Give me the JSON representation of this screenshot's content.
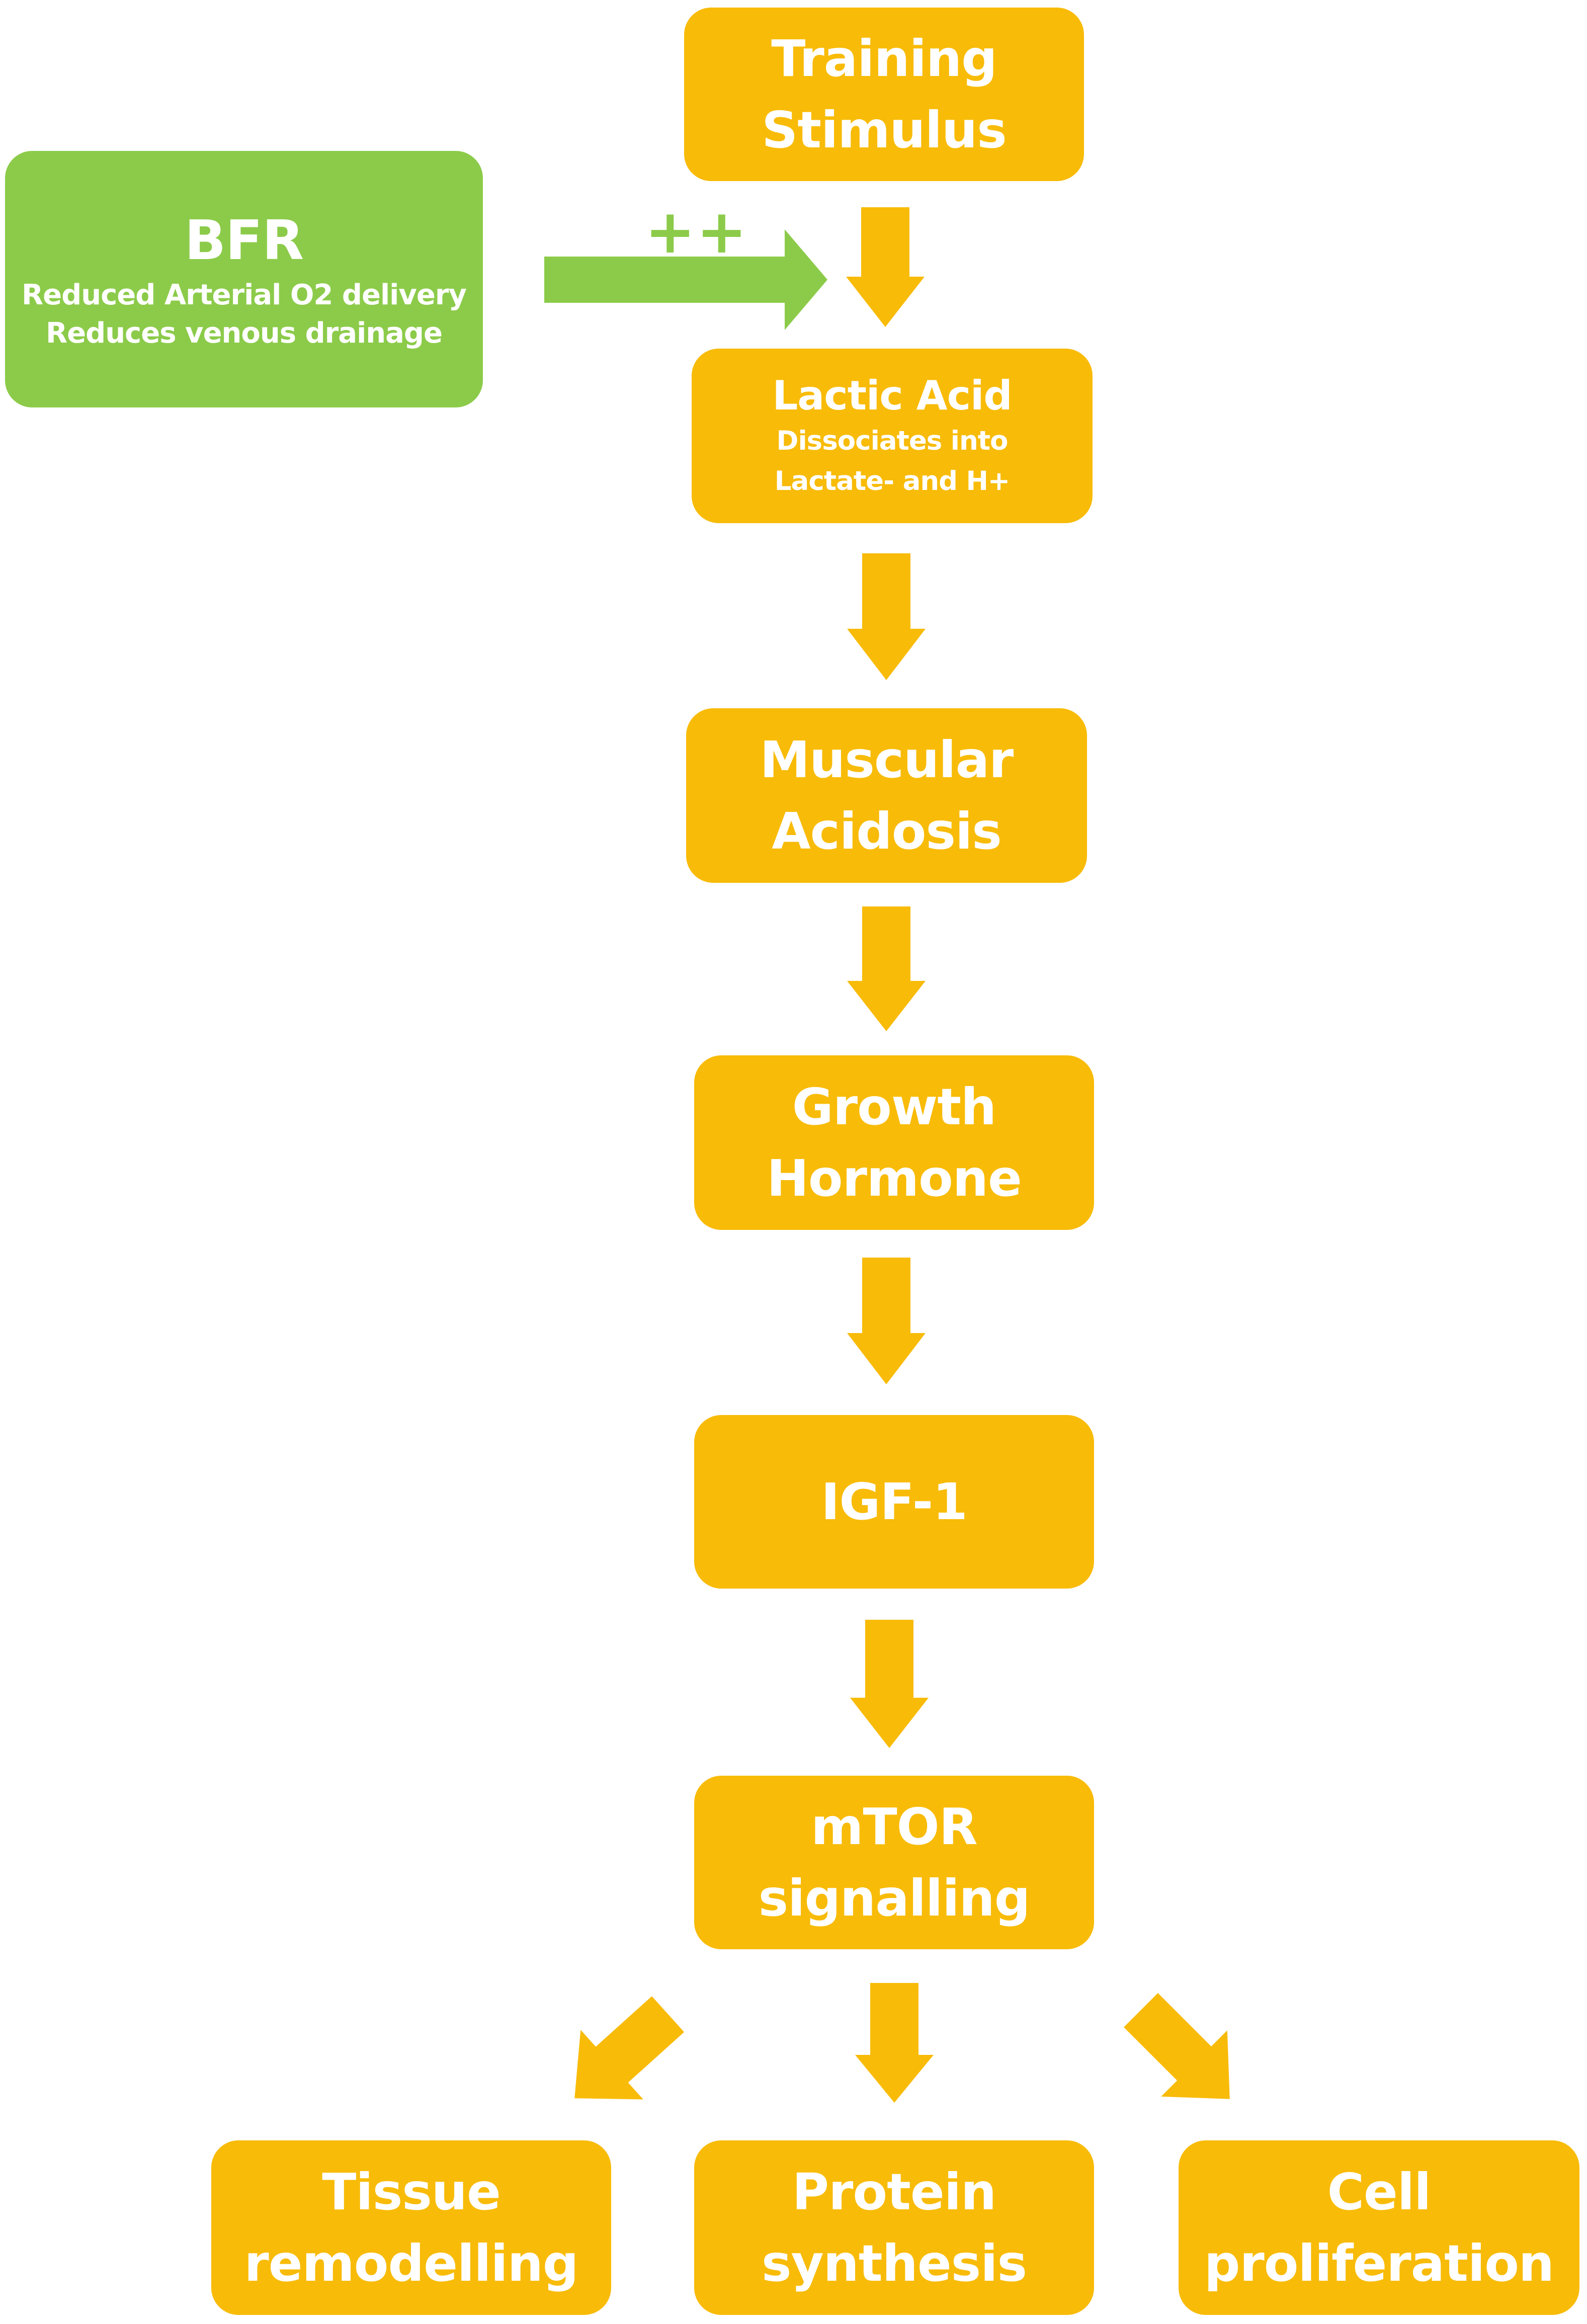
{
  "colors": {
    "step_fill": "#f8bb08",
    "bfr_fill": "#8ccb4a",
    "arrow_orange": "#f8bb08",
    "arrow_green": "#8ccb4a",
    "text": "#ffffff"
  },
  "bfr": {
    "title": "BFR",
    "lines": [
      "Reduced Arterial O2 delivery",
      "Reduces venous drainage"
    ],
    "effect_label": "++"
  },
  "steps": {
    "training_stimulus": [
      "Training",
      "Stimulus"
    ],
    "lactic_acid": {
      "title": "Lactic Acid",
      "lines": [
        "Dissociates into",
        "Lactate- and H+"
      ]
    },
    "muscular_acidosis": [
      "Muscular",
      "Acidosis"
    ],
    "growth_hormone": [
      "Growth",
      "Hormone"
    ],
    "igf1": [
      "IGF-1"
    ],
    "mtor": [
      "mTOR",
      "signalling"
    ]
  },
  "outcomes": {
    "tissue_remodelling": [
      "Tissue",
      "remodelling"
    ],
    "protein_synthesis": [
      "Protein",
      "synthesis"
    ],
    "cell_proliferation": [
      "Cell",
      "proliferation"
    ]
  }
}
